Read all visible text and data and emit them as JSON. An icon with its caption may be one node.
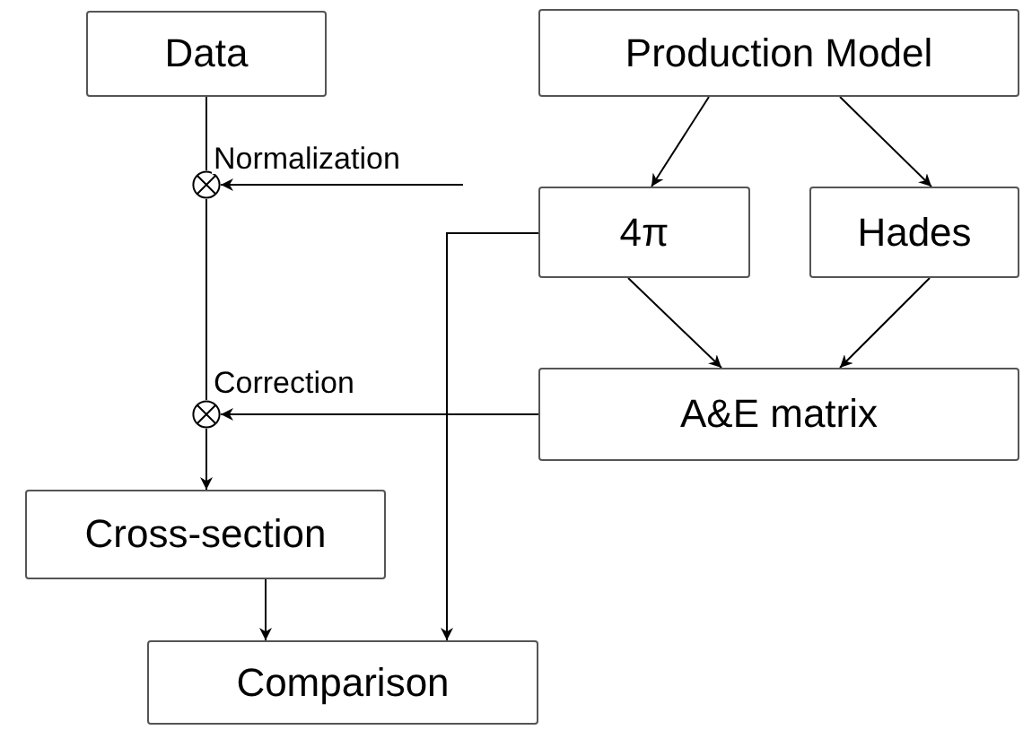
{
  "diagram": {
    "nodes": [
      {
        "text": [
          "Data"
        ]
      },
      {
        "text": [
          "Production Model"
        ]
      },
      {
        "text": [],
        "shape": "circle"
      },
      {
        "text": [
          "4π"
        ]
      },
      {
        "text": [
          "Hades"
        ]
      },
      {
        "text": [],
        "shape": "circle"
      },
      {
        "text": [
          "A&E matrix"
        ]
      },
      {
        "text": [
          "Cross-section"
        ]
      },
      {
        "text": [
          "Comparison"
        ]
      }
    ],
    "edges": [
      {
        "from": 0,
        "to": 2,
        "arrow": "none"
      },
      {
        "from": null,
        "to": 2,
        "arrow": "to",
        "label": "Normalization"
      },
      {
        "from": 2,
        "to": 5,
        "arrow": "none"
      },
      {
        "from": 6,
        "to": 5,
        "arrow": "to",
        "label": "Correction"
      },
      {
        "from": 5,
        "to": 7,
        "arrow": "to"
      },
      {
        "from": 1,
        "to": 3,
        "arrow": "to"
      },
      {
        "from": 1,
        "to": 4,
        "arrow": "to"
      },
      {
        "from": 3,
        "to": 6,
        "arrow": "to"
      },
      {
        "from": 4,
        "to": 6,
        "arrow": "to"
      },
      {
        "from": 3,
        "to": 8,
        "arrow": "to"
      },
      {
        "from": 7,
        "to": 8,
        "arrow": "to"
      }
    ]
  }
}
